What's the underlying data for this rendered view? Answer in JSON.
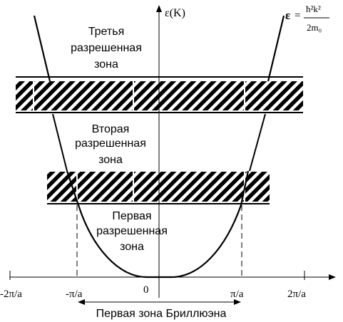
{
  "axis": {
    "y_label": "ε(K)",
    "ticks": {
      "neg2": "-2π/a",
      "neg1": "-π/a",
      "zero": "0",
      "pos1": "π/a",
      "pos2": "2π/a"
    }
  },
  "formula": {
    "lhs": "ε",
    "eq": "=",
    "numerator": "ħ²k²",
    "denominator": "2m₀"
  },
  "zones": {
    "third": [
      "Третья",
      "разрешенная",
      "зона"
    ],
    "second": [
      "Вторая",
      "разрешенная",
      "зона"
    ],
    "first": [
      "Первая",
      "разрешенная",
      "зона"
    ]
  },
  "brillouin_label": "Первая зона Бриллюэна",
  "colors": {
    "ink": "#000000",
    "background": "#ffffff"
  }
}
